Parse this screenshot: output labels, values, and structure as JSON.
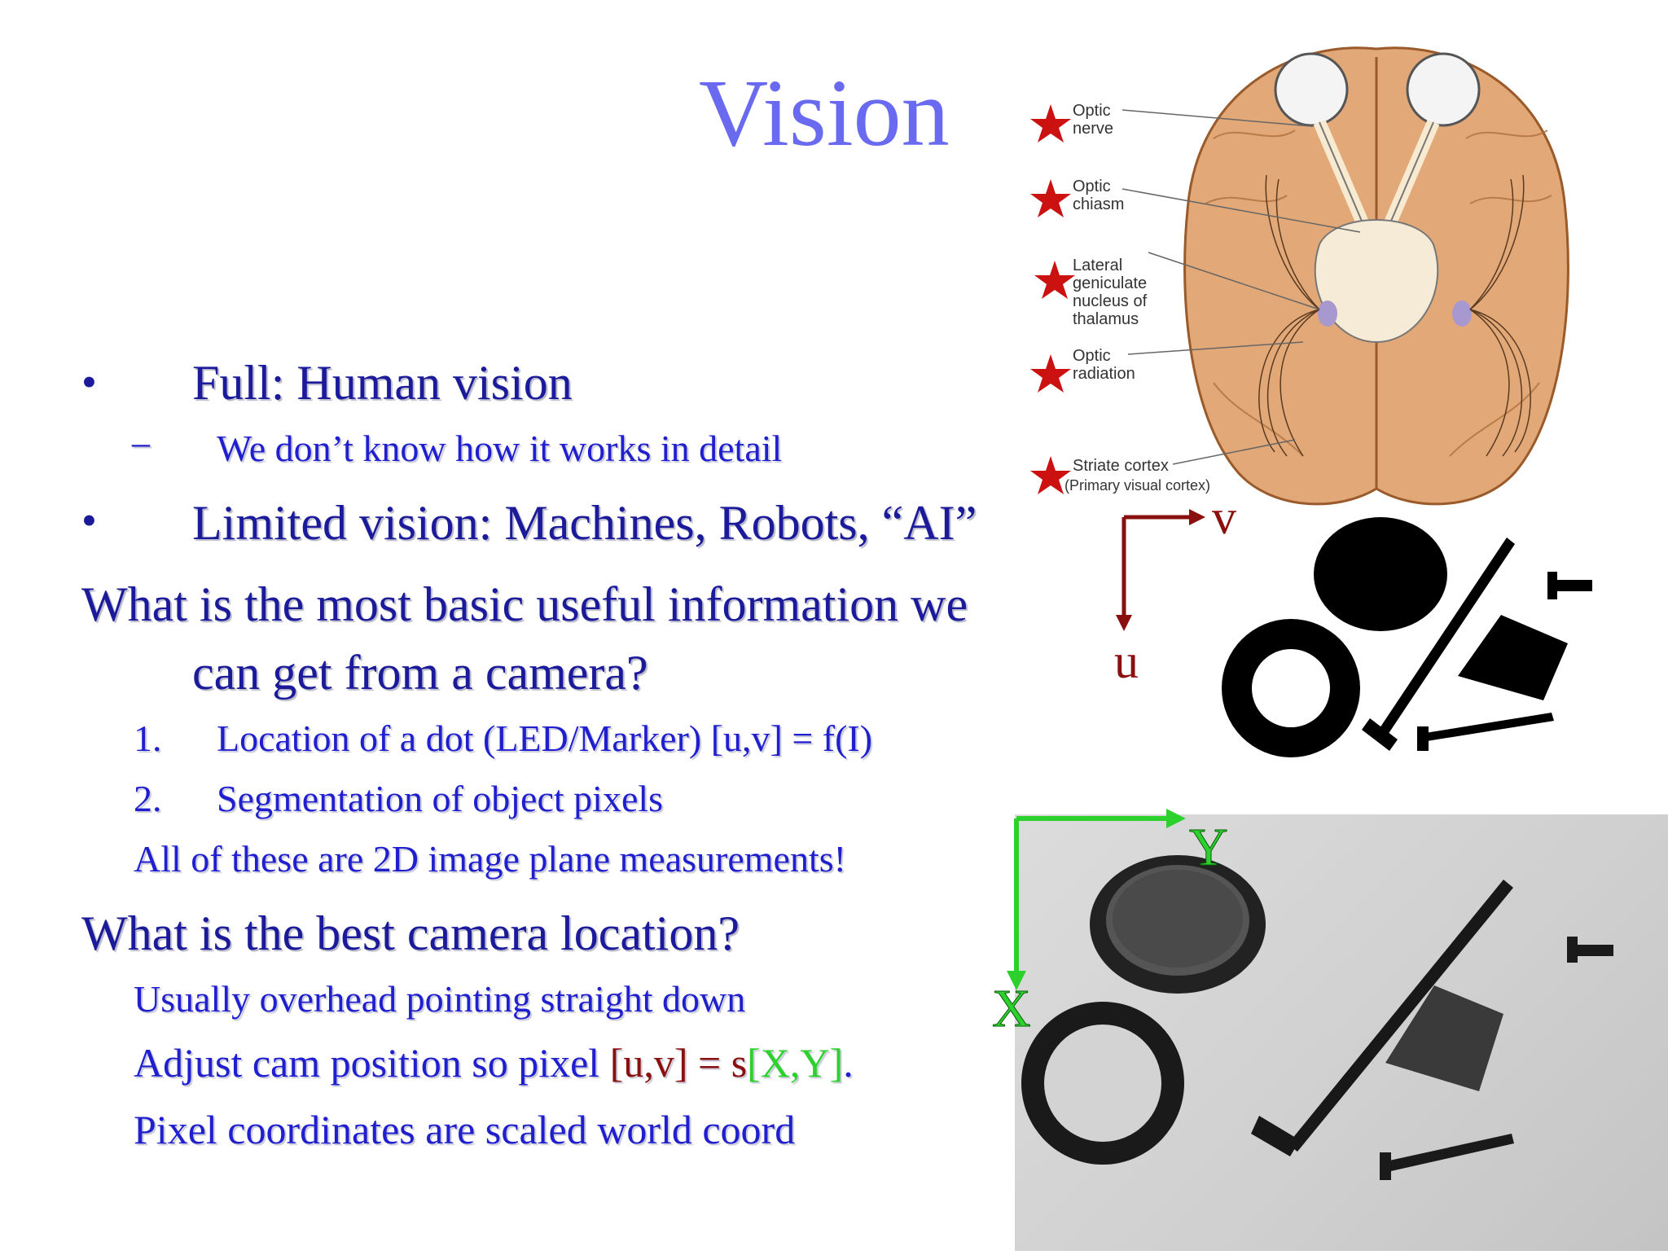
{
  "slide": {
    "title": "Vision",
    "bullets": [
      {
        "marker": "•",
        "text": "Full: Human vision"
      },
      {
        "marker": "–",
        "text": "We don’t know how it works in detail"
      },
      {
        "marker": "•",
        "text": "Limited vision: Machines, Robots, “AI”"
      }
    ],
    "q1": {
      "line1": "What is the most basic useful information we",
      "line2": "can get from a camera?"
    },
    "items": [
      {
        "num": "1.",
        "text": "Location of a dot (LED/Marker) [u,v] = f(I)"
      },
      {
        "num": "2.",
        "text": "Segmentation of object pixels"
      }
    ],
    "note1": "All of these are 2D image plane measurements!",
    "q2": "What is the best camera location?",
    "sub1": "Usually overhead pointing straight down",
    "sub2": {
      "prefix": "Adjust cam position so pixel ",
      "uv": "[u,v]",
      "eq": " = s",
      "xy": "[X,Y]",
      "dot": "."
    },
    "sub3": "Pixel coordinates are scaled world coord"
  },
  "brain_labels": {
    "optic_nerve": [
      "Optic",
      "nerve"
    ],
    "optic_chiasm": [
      "Optic",
      "chiasm"
    ],
    "lgn": [
      "Lateral",
      "geniculate",
      "nucleus of",
      "thalamus"
    ],
    "optic_radiation": [
      "Optic",
      "radiation"
    ],
    "striate": [
      "Striate cortex",
      "(Primary visual cortex)"
    ]
  },
  "axes": {
    "image_v": "v",
    "image_u": "u",
    "world_y": "Y",
    "world_x": "X"
  },
  "colors": {
    "title": "#6a6af0",
    "text_dark": "#1a1a9a",
    "text": "#1f1fcf",
    "red_axis": "#8a1010",
    "green_axis": "#2dd12d",
    "star": "#cc1111"
  }
}
